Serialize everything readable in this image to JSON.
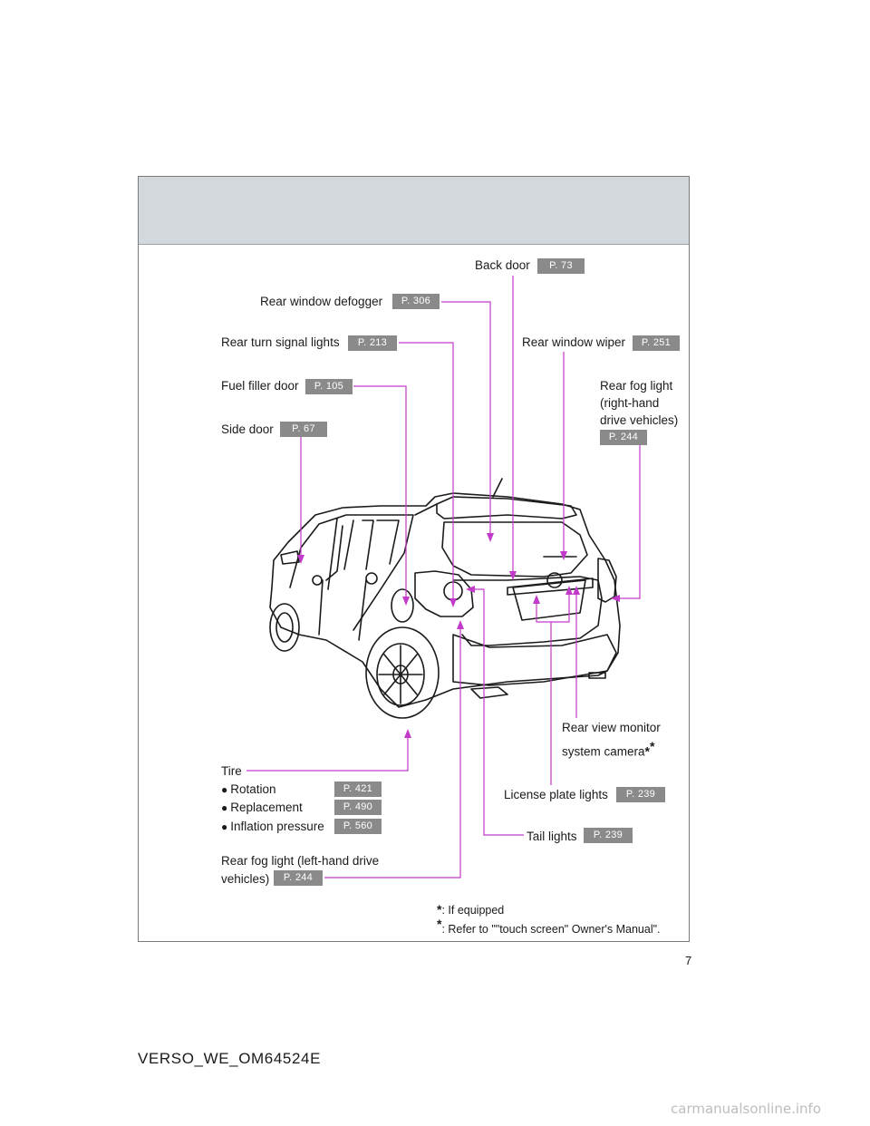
{
  "labels": {
    "back_door": {
      "text": "Back door",
      "page": "P. 73"
    },
    "rear_window_defogger": {
      "text": "Rear window defogger",
      "page": "P. 306"
    },
    "rear_turn_signal_lights": {
      "text": "Rear turn signal lights",
      "page": "P. 213"
    },
    "rear_window_wiper": {
      "text": "Rear window wiper",
      "page": "P. 251"
    },
    "fuel_filler_door": {
      "text": "Fuel filler door",
      "page": "P. 105"
    },
    "rear_fog_light_rhd": {
      "line1": "Rear fog light",
      "line2": "(right-hand",
      "line3": "drive vehicles)",
      "page": "P. 244"
    },
    "side_door": {
      "text": "Side door",
      "page": "P. 67"
    },
    "rear_view_camera": {
      "line1": "Rear view monitor",
      "line2": "system camera"
    },
    "tire": {
      "title": "Tire",
      "items": [
        {
          "text": "Rotation",
          "page": "P. 421"
        },
        {
          "text": "Replacement",
          "page": "P. 490"
        },
        {
          "text": "Inflation pressure",
          "page": "P. 560"
        }
      ]
    },
    "license_plate_lights": {
      "text": "License plate lights",
      "page": "P. 239"
    },
    "tail_lights": {
      "text": "Tail lights",
      "page": "P. 239"
    },
    "rear_fog_light_lhd": {
      "line1": "Rear fog light (left-hand drive",
      "line2": "vehicles)",
      "page": "P. 244"
    }
  },
  "footnotes": {
    "if_equipped": ": If equipped",
    "touch_screen": ": Refer to \"\"touch screen\" Owner's Manual\"."
  },
  "page_number": "7",
  "document_code": "VERSO_WE_OM64524E",
  "watermark": "carmanualsonline.info",
  "colors": {
    "leader": "#c23ac9",
    "badge": "#8a8a8a",
    "header_band": "#d2d8dc"
  }
}
